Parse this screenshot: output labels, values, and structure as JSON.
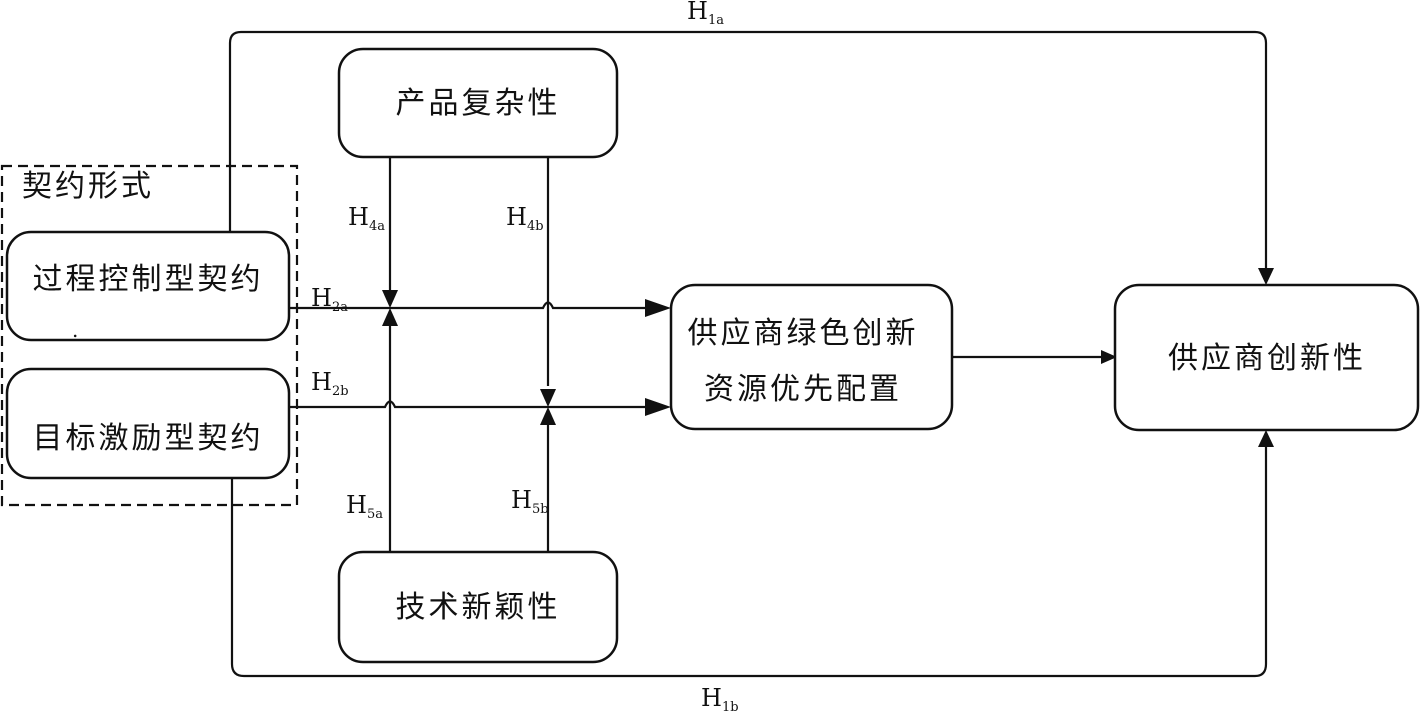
{
  "contract_group": {
    "title": "契约形式"
  },
  "nodes": {
    "process_contract": "过程控制型契约",
    "process_contract_mark": ".",
    "goal_contract": "目标激励型契约",
    "product_complexity": "产品复杂性",
    "tech_novelty": "技术新颖性",
    "allocation_line1": "供应商绿色创新",
    "allocation_line2": "资源优先配置",
    "supplier_innovation": "供应商创新性"
  },
  "hypotheses": {
    "h1a": {
      "main": "H",
      "sub": "1a"
    },
    "h1b": {
      "main": "H",
      "sub": "1b"
    },
    "h2a": {
      "main": "H",
      "sub": "2a"
    },
    "h2b": {
      "main": "H",
      "sub": "2b"
    },
    "h4a": {
      "main": "H",
      "sub": "4a"
    },
    "h4b": {
      "main": "H",
      "sub": "4b"
    },
    "h5a": {
      "main": "H",
      "sub": "5a"
    },
    "h5b": {
      "main": "H",
      "sub": "5b"
    }
  }
}
